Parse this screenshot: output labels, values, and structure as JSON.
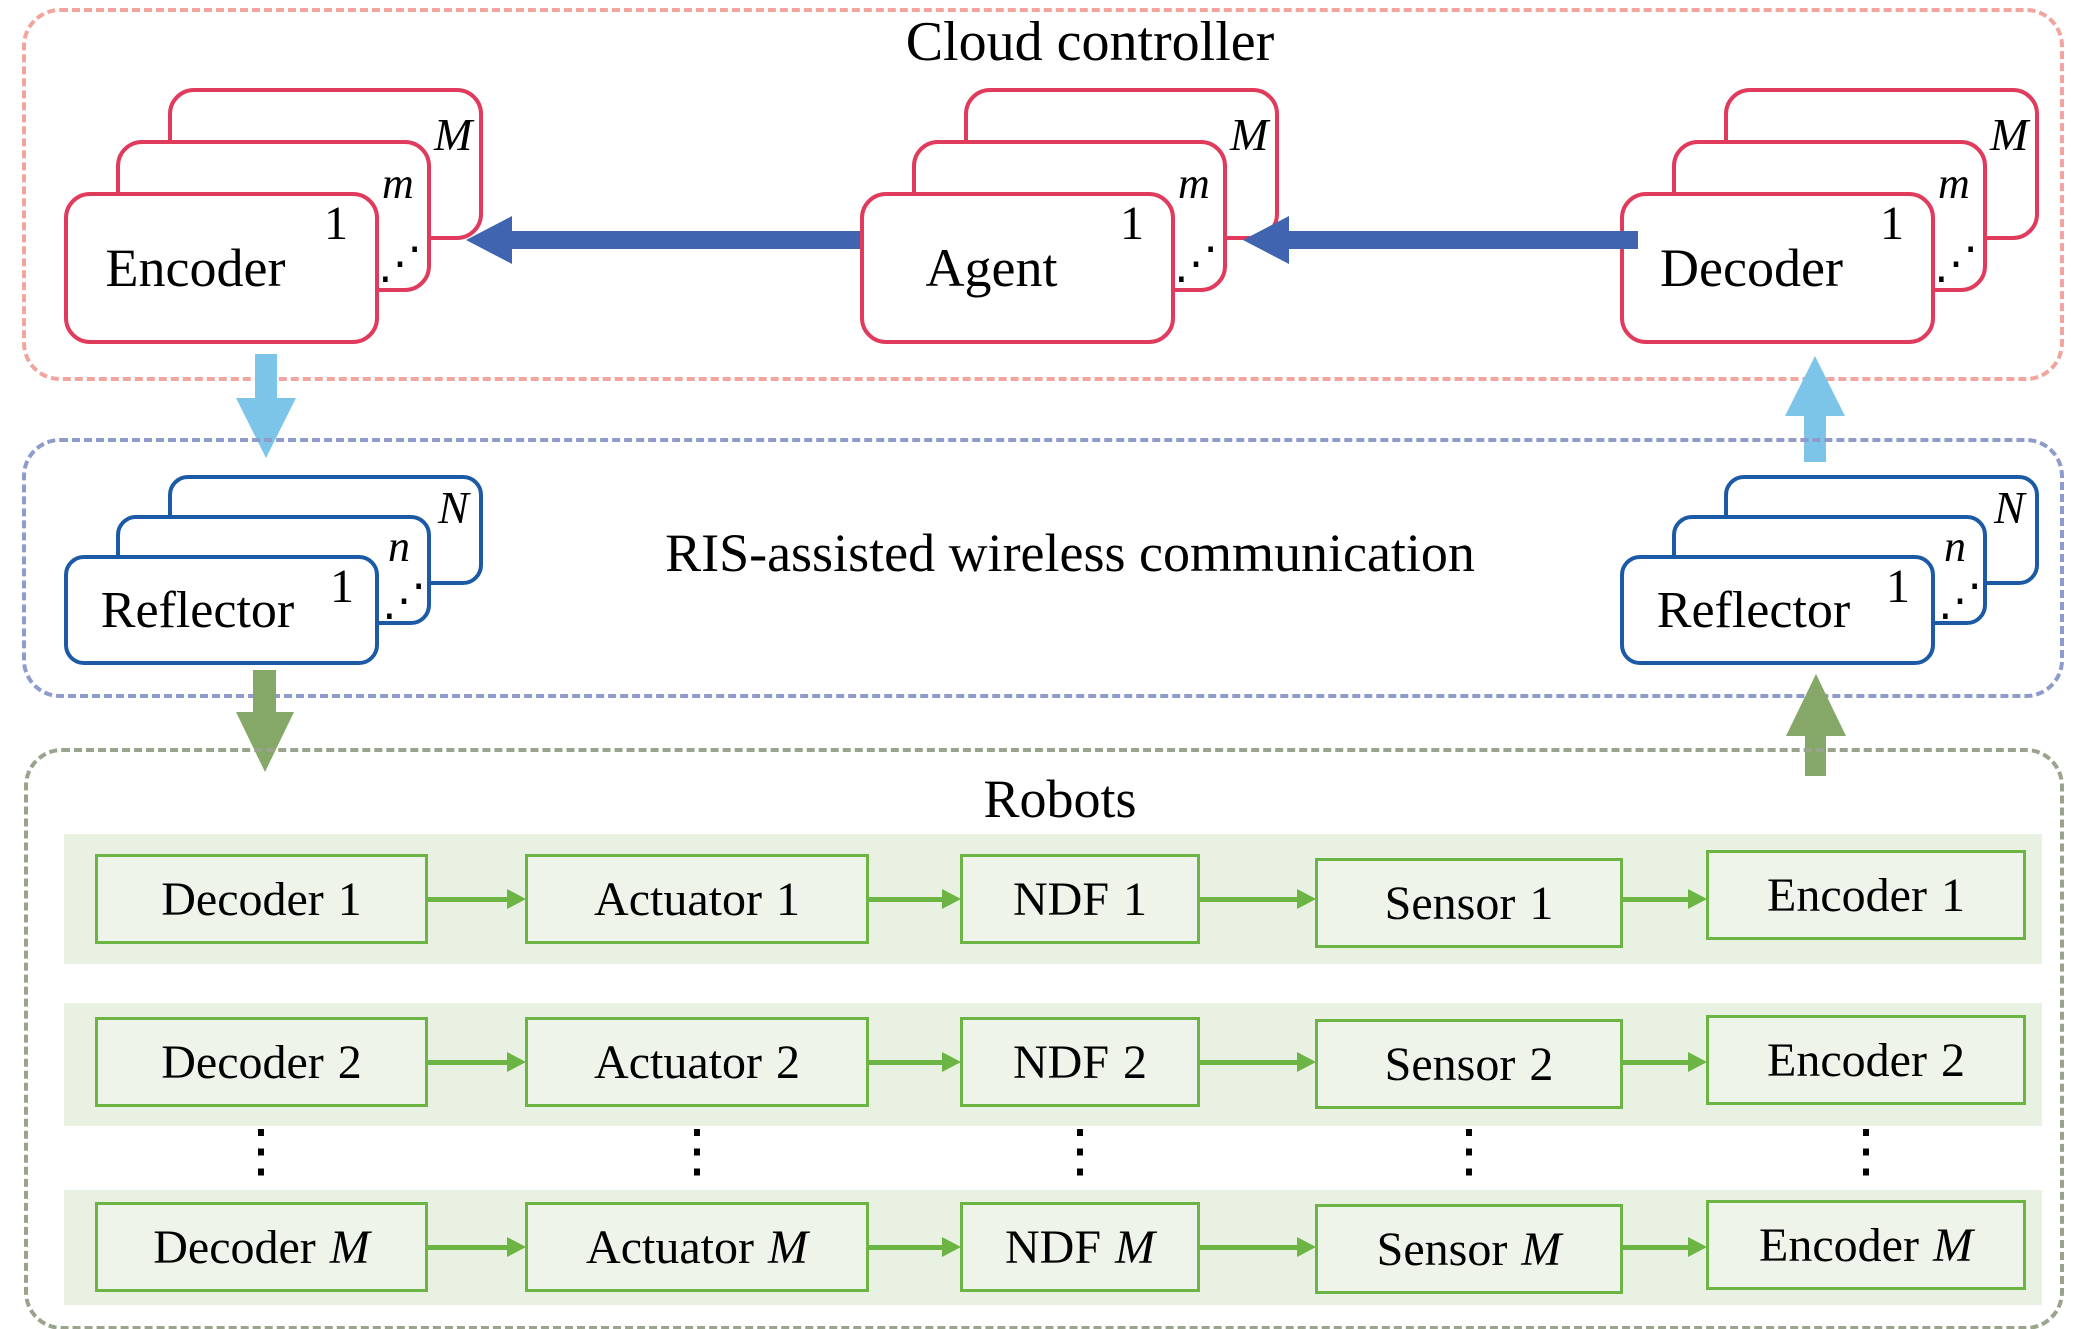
{
  "colors": {
    "cloud_border": "#f2a49e",
    "ris_border": "#8f9bcb",
    "robots_border": "#9aa38b",
    "red_box_border": "#e03a5c",
    "blue_box_border": "#1c5aa6",
    "green_box_border": "#6cb443",
    "navy_arrow": "#4064b0",
    "cyan_arrow": "#7cc5e9",
    "olive_arrow": "#85a869",
    "row_strip_bg": "#e9f1e3",
    "green_box_bg": "#eef4e9"
  },
  "cloud": {
    "title": "Cloud controller",
    "stacks": [
      {
        "label": "Encoder",
        "front_index": "1",
        "middle_index": "m",
        "back_index": "M",
        "dots": "⋰"
      },
      {
        "label": "Agent",
        "front_index": "1",
        "middle_index": "m",
        "back_index": "M",
        "dots": "⋰"
      },
      {
        "label": "Decoder",
        "front_index": "1",
        "middle_index": "m",
        "back_index": "M",
        "dots": "⋰"
      }
    ]
  },
  "ris": {
    "title": "RIS-assisted wireless communication",
    "stacks": [
      {
        "label": "Reflector",
        "front_index": "1",
        "middle_index": "n",
        "back_index": "N",
        "dots": "⋰"
      },
      {
        "label": "Reflector",
        "front_index": "1",
        "middle_index": "n",
        "back_index": "N",
        "dots": "⋰"
      }
    ]
  },
  "robots": {
    "title": "Robots",
    "column_dots": "⋮",
    "rows": [
      {
        "cells": [
          {
            "t": "Decoder",
            "n": "1"
          },
          {
            "t": "Actuator",
            "n": "1"
          },
          {
            "t": "NDF",
            "n": "1"
          },
          {
            "t": "Sensor",
            "n": "1"
          },
          {
            "t": "Encoder",
            "n": "1"
          }
        ]
      },
      {
        "cells": [
          {
            "t": "Decoder",
            "n": "2"
          },
          {
            "t": "Actuator",
            "n": "2"
          },
          {
            "t": "NDF",
            "n": "2"
          },
          {
            "t": "Sensor",
            "n": "2"
          },
          {
            "t": "Encoder",
            "n": "2"
          }
        ]
      },
      {
        "cells": [
          {
            "t": "Decoder",
            "n": "M"
          },
          {
            "t": "Actuator",
            "n": "M"
          },
          {
            "t": "NDF",
            "n": "M"
          },
          {
            "t": "Sensor",
            "n": "M"
          },
          {
            "t": "Encoder",
            "n": "M"
          }
        ]
      }
    ]
  }
}
